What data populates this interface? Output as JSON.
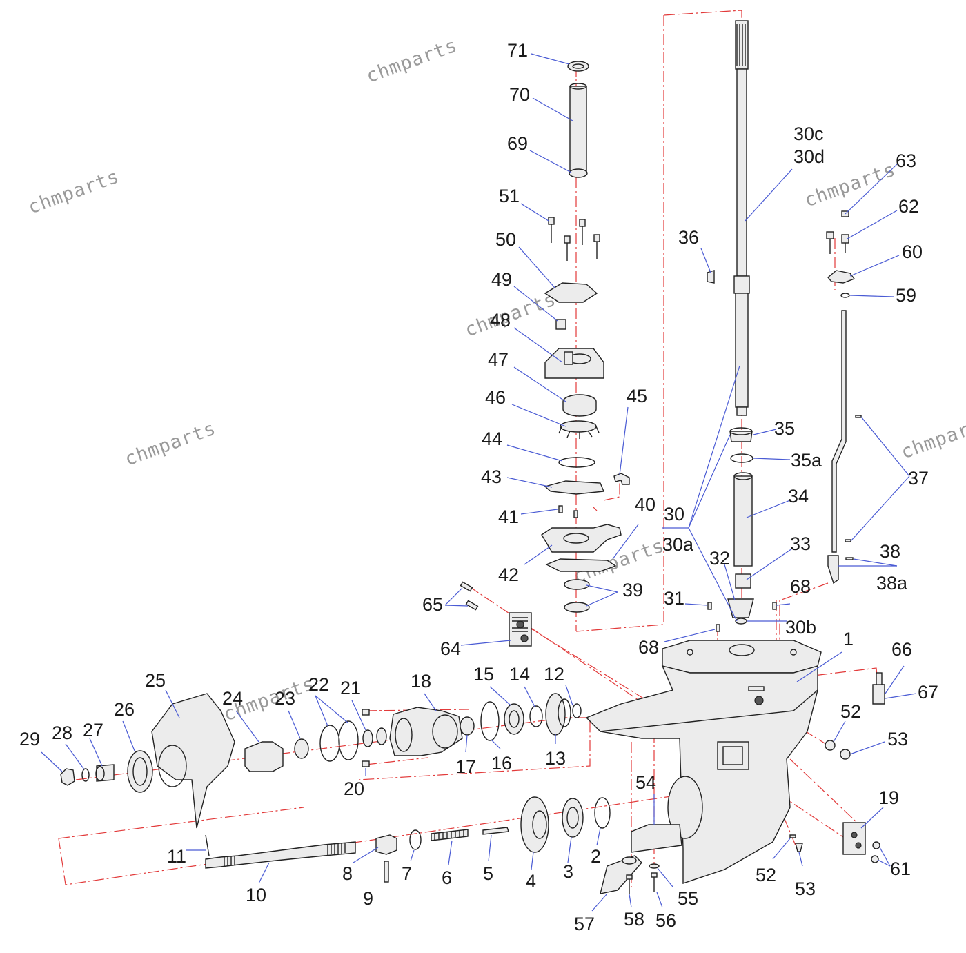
{
  "watermarks": [
    "chmparts",
    "chmparts",
    "chmparts",
    "chmparts",
    "chmparts",
    "chmparts",
    "chmparts",
    "chmparts"
  ],
  "labels": {
    "l1": "1",
    "l2": "2",
    "l3": "3",
    "l4": "4",
    "l5": "5",
    "l6": "6",
    "l7": "7",
    "l8": "8",
    "l9": "9",
    "l10": "10",
    "l11": "11",
    "l12": "12",
    "l13": "13",
    "l14": "14",
    "l15": "15",
    "l16": "16",
    "l17": "17",
    "l18": "18",
    "l19": "19",
    "l20": "20",
    "l21": "21",
    "l22": "22",
    "l23": "23",
    "l24": "24",
    "l25": "25",
    "l26": "26",
    "l27": "27",
    "l28": "28",
    "l29": "29",
    "l30": "30",
    "l30a": "30a",
    "l30b": "30b",
    "l30c": "30c",
    "l30d": "30d",
    "l31": "31",
    "l32": "32",
    "l33": "33",
    "l34": "34",
    "l35": "35",
    "l35a": "35a",
    "l36": "36",
    "l37": "37",
    "l38": "38",
    "l38a": "38a",
    "l39": "39",
    "l40": "40",
    "l41": "41",
    "l42": "42",
    "l43": "43",
    "l44": "44",
    "l45": "45",
    "l46": "46",
    "l47": "47",
    "l48": "48",
    "l49": "49",
    "l50": "50",
    "l51": "51",
    "l52a": "52",
    "l52b": "52",
    "l53a": "53",
    "l53b": "53",
    "l54": "54",
    "l55": "55",
    "l56": "56",
    "l57": "57",
    "l58": "58",
    "l59": "59",
    "l60": "60",
    "l61": "61",
    "l62": "62",
    "l63": "63",
    "l64": "64",
    "l65": "65",
    "l66": "66",
    "l67": "67",
    "l68a": "68",
    "l68b": "68",
    "l69": "69",
    "l70": "70",
    "l71": "71"
  },
  "colors": {
    "leader": "#4a5bd4",
    "centerline": "#e23a3a",
    "ink": "#222222",
    "watermark": "#9a9a9a"
  }
}
